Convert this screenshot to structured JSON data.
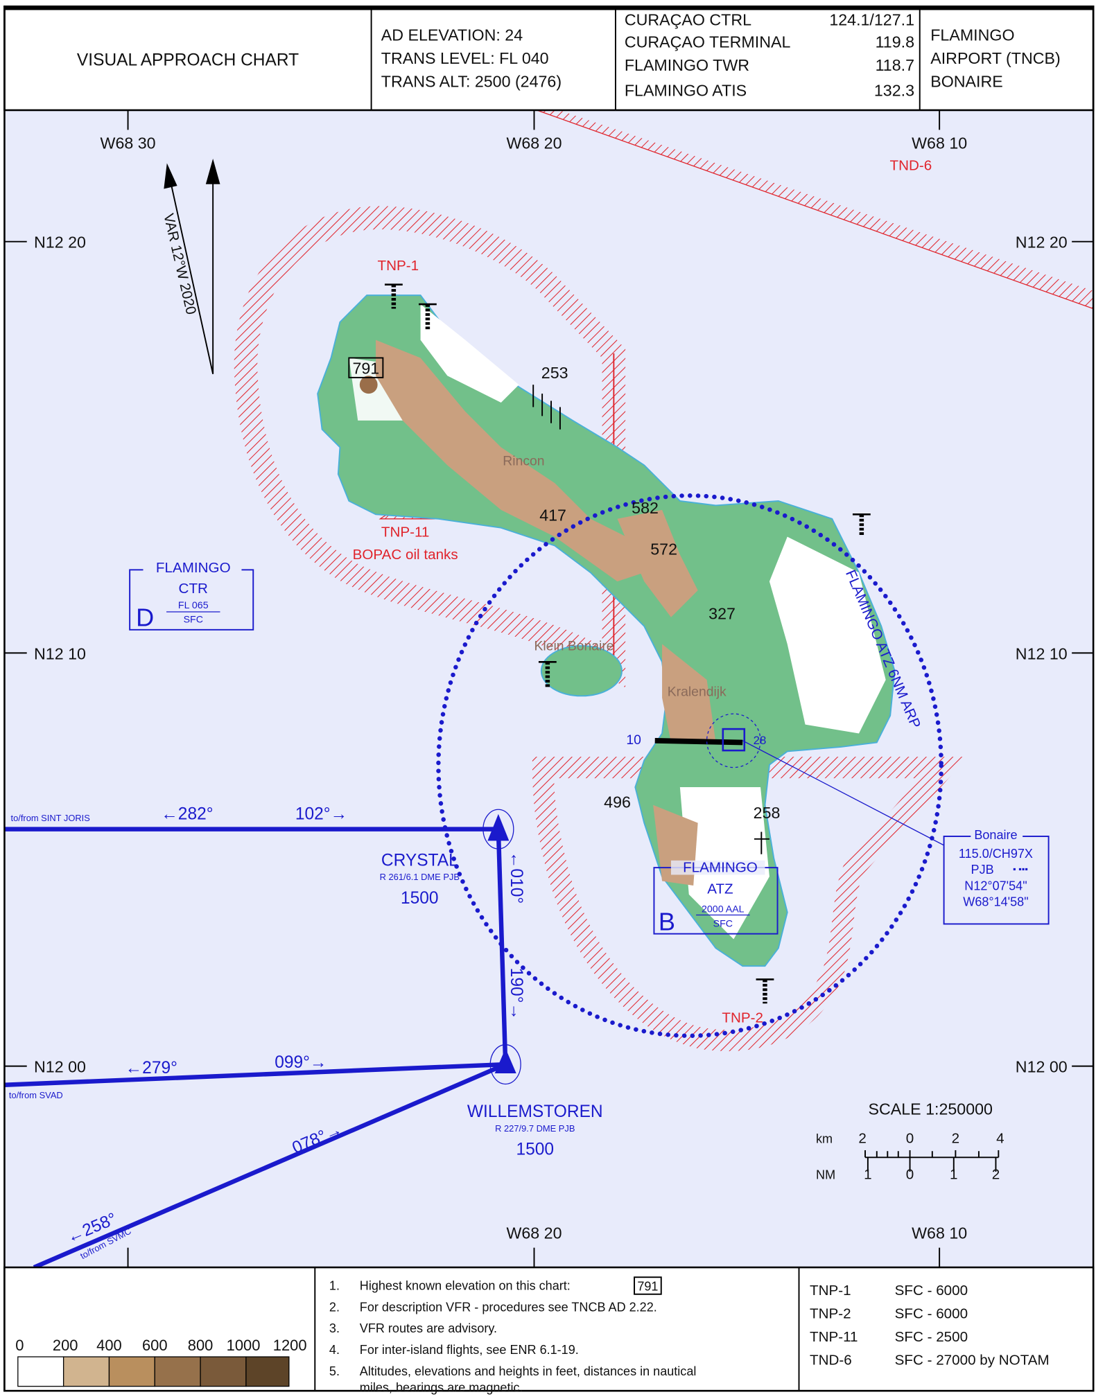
{
  "header": {
    "title": "VISUAL APPROACH CHART",
    "ad_info": [
      "AD ELEVATION: 24",
      "TRANS LEVEL: FL 040",
      "TRANS ALT: 2500 (2476)"
    ],
    "frequencies": [
      {
        "name": "CURAÇAO CTRL",
        "freq": "124.1/127.1"
      },
      {
        "name": "CURAÇAO TERMINAL",
        "freq": "119.8"
      },
      {
        "name": "FLAMINGO TWR",
        "freq": "118.7"
      },
      {
        "name": "FLAMINGO ATIS",
        "freq": "132.3"
      }
    ],
    "airport": [
      "FLAMINGO",
      "AIRPORT (TNCB)",
      "BONAIRE"
    ]
  },
  "map": {
    "longitudes": [
      "W68 30",
      "W68 20",
      "W68 10",
      "W68 20",
      "W68 10"
    ],
    "latitudes": [
      "N12 20",
      "N12 20",
      "N12 10",
      "N12 10",
      "N12 00",
      "N12 00"
    ],
    "variation": "VAR 12°W 2020",
    "airspaces": {
      "tnd6": "TND-6",
      "tnp1": "TNP-1",
      "tnp11": "TNP-11",
      "tnp11_desc": "BOPAC oil tanks",
      "tnp2": "TNP-2",
      "atz_ring": "FLAMINGO ATZ 6NM ARP"
    },
    "elevations": {
      "highest": "791",
      "e253": "253",
      "e417": "417",
      "e582": "582",
      "e572": "572",
      "e327": "327",
      "e496": "496",
      "e258": "258"
    },
    "places": {
      "rincon": "Rincon",
      "klein_bonaire": "Klein Bonaire",
      "kralendijk": "Kralendijk"
    },
    "runway": {
      "rwy10": "10",
      "rwy28": "28"
    },
    "ctr_box": {
      "name": "FLAMINGO",
      "type": "CTR",
      "class": "D",
      "upper": "FL 065",
      "lower": "SFC"
    },
    "atz_box": {
      "name": "FLAMINGO",
      "type": "ATZ",
      "class": "B",
      "upper": "2000 AAL",
      "lower": "SFC"
    },
    "vor_box": {
      "name": "Bonaire",
      "freq": "115.0/CH97X",
      "ident": "PJB",
      "lat": "N12°07'54\"",
      "lon": "W68°14'58\""
    },
    "waypoints": [
      {
        "name": "CRYSTAL",
        "radial": "R 261/6.1 DME PJB",
        "alt": "1500"
      },
      {
        "name": "WILLEMSTOREN",
        "radial": "R 227/9.7 DME PJB",
        "alt": "1500"
      }
    ],
    "routes": {
      "sint_joris": "to/from SINT JORIS",
      "b282": "←282°",
      "b102": "102°→",
      "b010": "←010°",
      "b190": "190°→",
      "svad": "to/from SVAD",
      "b279": "←279°",
      "b099": "099°→",
      "svmc": "to/from SVMC",
      "b258": "←258°",
      "b078": "078°→"
    },
    "scale": {
      "title": "SCALE 1:250000",
      "km_label": "km",
      "km_ticks": [
        "2",
        "0",
        "2",
        "4"
      ],
      "nm_label": "NM",
      "nm_ticks": [
        "1",
        "0",
        "1",
        "2"
      ]
    }
  },
  "footer": {
    "elevation_legend": {
      "labels": [
        "0",
        "200",
        "400",
        "600",
        "800",
        "1000",
        "1200"
      ],
      "colors": [
        "#ffffff",
        "#d1b48f",
        "#b98f5e",
        "#96714b",
        "#7a5a3a",
        "#5d4428"
      ]
    },
    "notes": [
      {
        "num": "1.",
        "text": "Highest known elevation on this chart:",
        "boxed": "791"
      },
      {
        "num": "2.",
        "text": "For description VFR - procedures see TNCB AD 2.22."
      },
      {
        "num": "3.",
        "text": "VFR routes are advisory."
      },
      {
        "num": "4.",
        "text": "For inter-island flights, see ENR 6.1-19."
      },
      {
        "num": "5.",
        "text": "Altitudes, elevations and heights in feet, distances in nautical",
        "text2": "miles, bearings are magnetic."
      }
    ],
    "limits": [
      {
        "area": "TNP-1",
        "limit": "SFC - 6000"
      },
      {
        "area": "TNP-2",
        "limit": "SFC - 6000"
      },
      {
        "area": "TNP-11",
        "limit": "SFC - 2500"
      },
      {
        "area": "TND-6",
        "limit": "SFC - 27000 by NOTAM"
      }
    ]
  },
  "colors": {
    "map_bg": "#e8ebfb",
    "route": "#1a1acc",
    "restricted": "#e0242c",
    "land": "#72c08a",
    "terrain": "#c9a07f"
  }
}
